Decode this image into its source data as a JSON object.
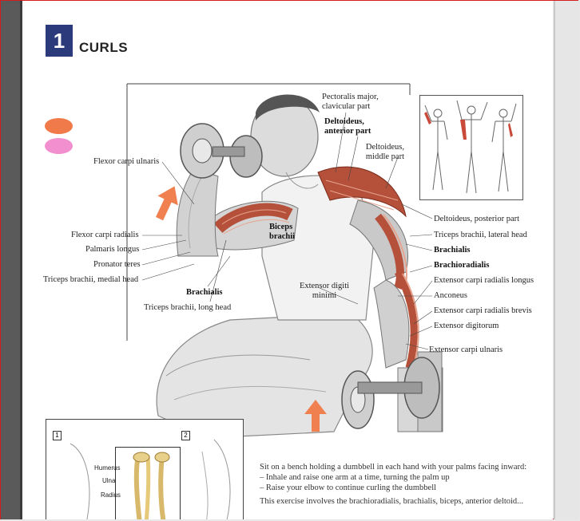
{
  "chapter": {
    "number": "1",
    "title": "CURLS"
  },
  "labels_left": {
    "flexor_carpi_ulnaris": "Flexor carpi ulnaris",
    "flexor_carpi_radialis": "Flexor carpi radialis",
    "palmaris_longus": "Palmaris longus",
    "pronator_teres": "Pronator teres",
    "triceps_medial": "Triceps brachii, medial head",
    "brachialis": "Brachialis",
    "triceps_long": "Triceps brachii, long head"
  },
  "labels_center": {
    "biceps": "Biceps brachii",
    "extensor_digiti": "Extensor digiti minimi"
  },
  "labels_top": {
    "pectoralis": "Pectoralis major, clavicular part",
    "deltoid_anterior": "Deltoideus, anterior part",
    "deltoid_middle": "Deltoideus, middle part"
  },
  "labels_right": {
    "deltoid_posterior": "Deltoideus, posterior part",
    "triceps_lateral": "Triceps brachii, lateral head",
    "brachialis": "Brachialis",
    "brachioradialis": "Brachioradialis",
    "ecr_longus": "Extensor carpi radialis longus",
    "anconeus": "Anconeus",
    "ecr_brevis": "Extensor carpi radialis brevis",
    "ext_digitorum": "Extensor digitorum",
    "ecu": "Extensor carpi ulnaris"
  },
  "lower_inset": {
    "step1": "1",
    "step2": "2",
    "humerus": "Humerus",
    "ulna": "Ulna",
    "radius": "Radius"
  },
  "instructions": {
    "intro": "Sit on a bench holding a dumbbell in each hand with your palms facing inward:",
    "step1": "– Inhale and raise one arm at a time, turning the palm up",
    "step2": "– Raise your elbow to continue curling the dumbbell",
    "cut": "This exercise involves the brachioradialis, brachialis, biceps, anterior deltoid..."
  },
  "colors": {
    "chapter_box": "#2b3a7a",
    "muscle": "#b5513a",
    "arrow": "#f08050"
  }
}
